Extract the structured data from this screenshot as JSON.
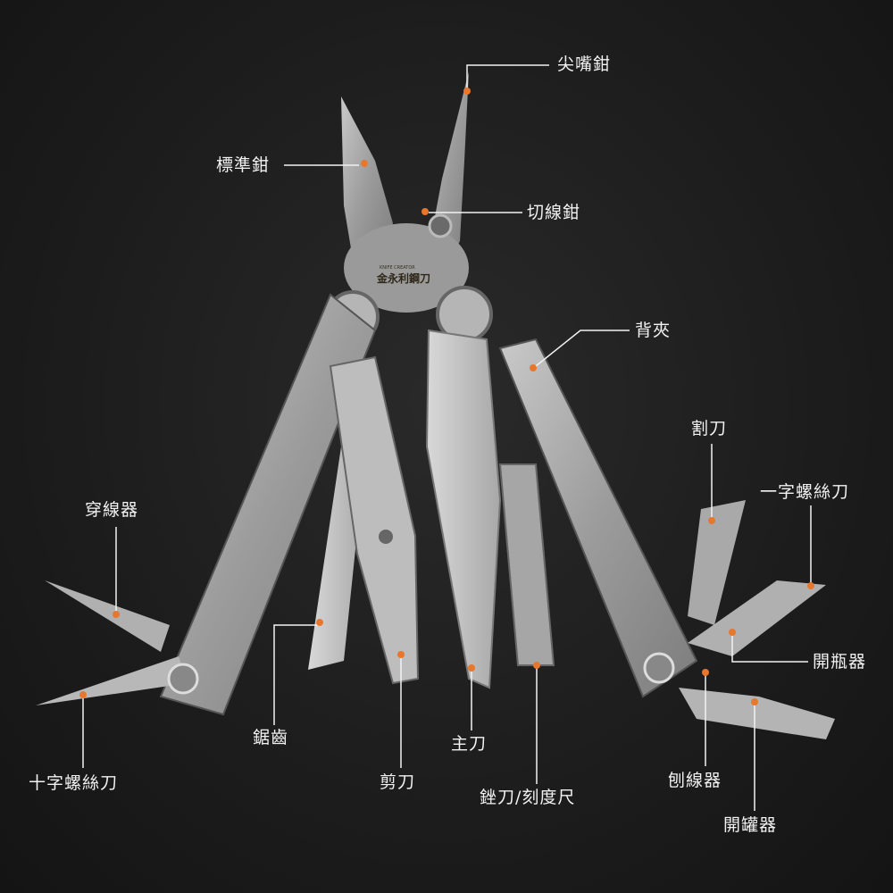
{
  "logo": {
    "brand": "金永利鋼刀",
    "tagline": "KNIFE CREATOR"
  },
  "colors": {
    "accent": "#e8772e",
    "label": "#f2f2f2",
    "steel": "#a9a9a9"
  },
  "labels": {
    "needle_nose_pliers": "尖嘴鉗",
    "standard_pliers": "標準鉗",
    "wire_cutter": "切線鉗",
    "pocket_clip": "背夾",
    "hook_cutter": "割刀",
    "flat_screwdriver": "一字螺絲刀",
    "awl": "穿線器",
    "bottle_opener": "開瓶器",
    "saw": "鋸齒",
    "main_blade": "主刀",
    "scissors": "剪刀",
    "file_ruler": "銼刀/刻度尺",
    "wire_stripper": "刨線器",
    "phillips_screwdriver": "十字螺絲刀",
    "can_opener": "開罐器"
  }
}
